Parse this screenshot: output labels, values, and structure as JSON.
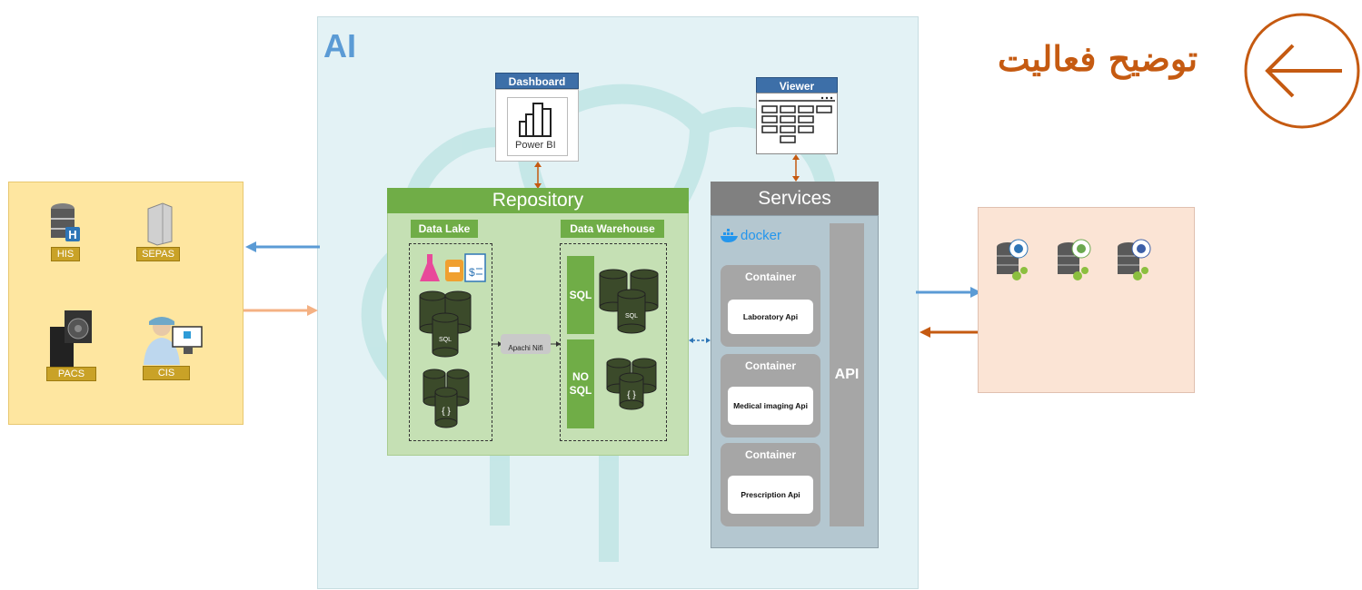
{
  "title": "توضیح فعالیت",
  "ai_label": "AI",
  "left_systems": [
    "HIS",
    "SEPAS",
    "PACS",
    "CIS"
  ],
  "dashboard": {
    "label": "Dashboard",
    "product": "Power BI"
  },
  "viewer": {
    "label": "Viewer"
  },
  "repository": {
    "title": "Repository",
    "data_lake": "Data Lake",
    "data_warehouse": "Data Warehouse",
    "sql": "SQL",
    "nosql": "NO SQL",
    "db_label": "SQL",
    "nifi": "Apachi Nifi"
  },
  "services": {
    "title": "Services",
    "docker": "docker",
    "api": "API",
    "containers": [
      {
        "title": "Container",
        "api": "Laboratory Api"
      },
      {
        "title": "Container",
        "api": "Medical imaging Api"
      },
      {
        "title": "Container",
        "api": "Prescription Api"
      }
    ]
  },
  "colors": {
    "accent": "#c55a11",
    "ai_blue": "#5b9bd5",
    "repo_green": "#70ad47",
    "arrow_blue": "#5b9bd5",
    "arrow_orange": "#f4b183"
  }
}
